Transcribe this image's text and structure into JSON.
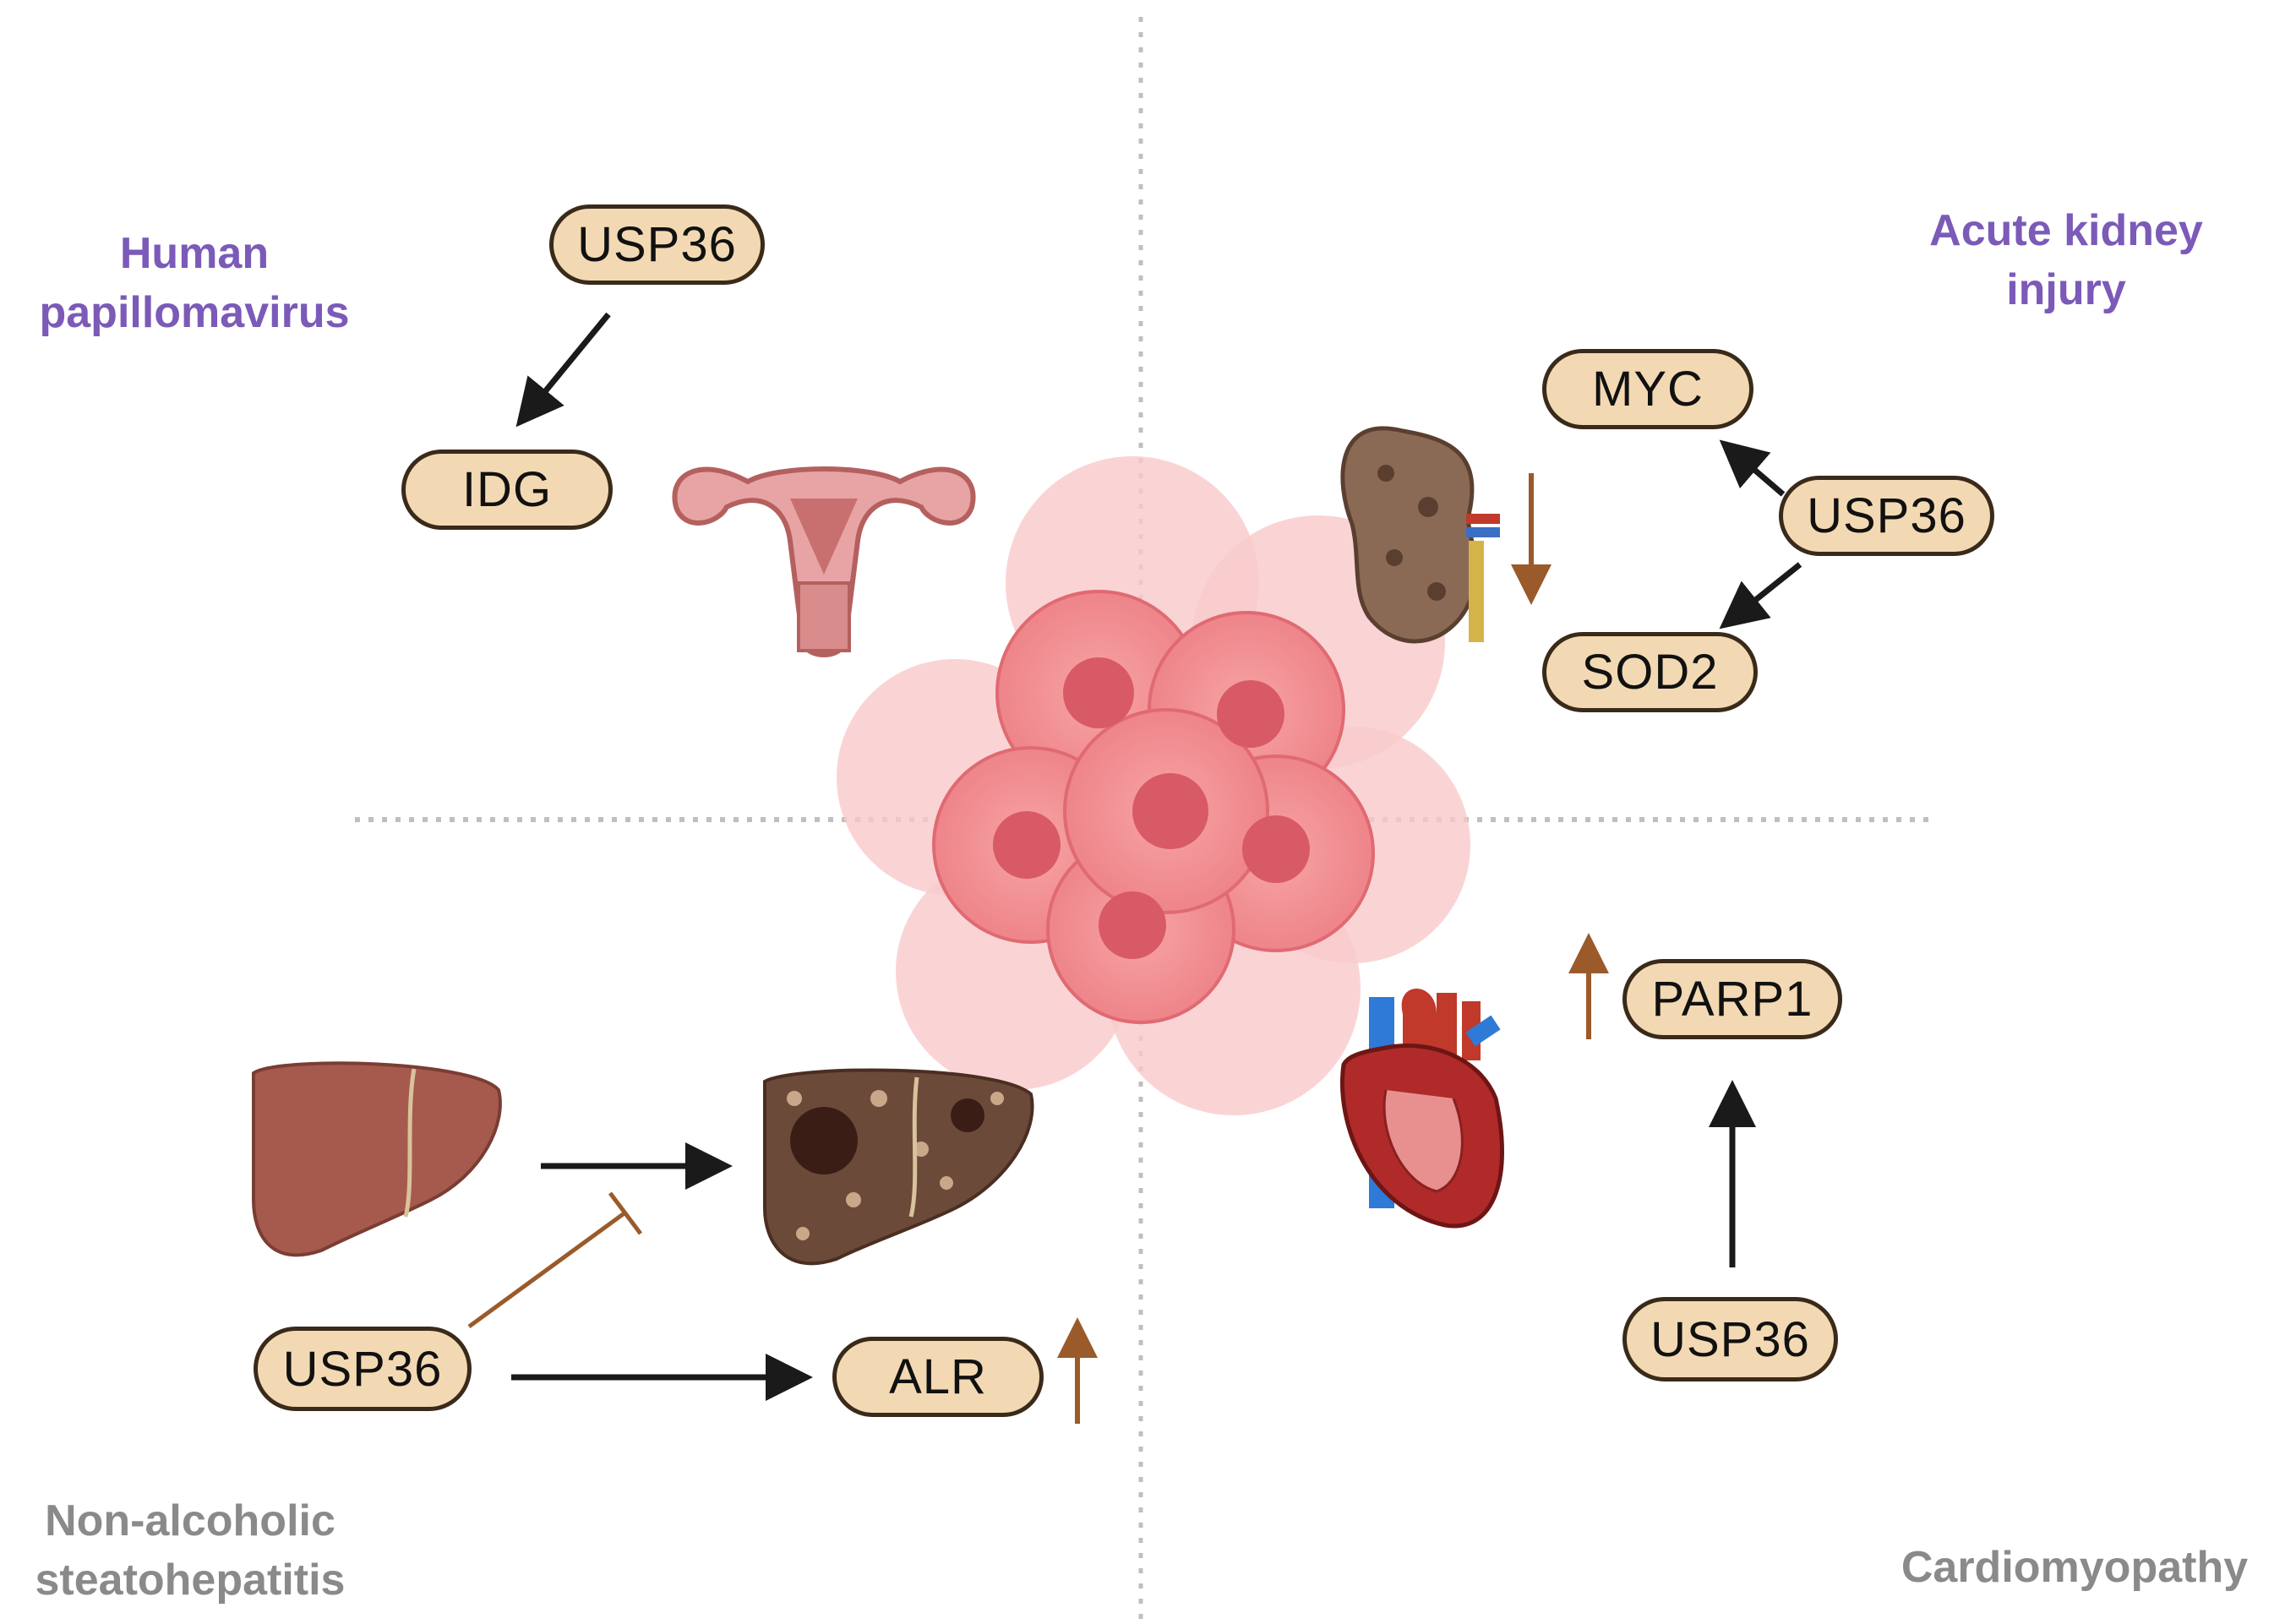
{
  "colors": {
    "pill_fill": "#f3d9b3",
    "pill_border": "#3a2a1a",
    "arrow_black": "#1a1a1a",
    "arrow_brown": "#9a5a2a",
    "disease_label_purple": "#7b5ab8",
    "disease_label_gray": "#8a8a8a",
    "cell_pink": "#f08c90",
    "divider": "#bfbfbf"
  },
  "quadrants": {
    "top_left": {
      "disease_line1": "Human",
      "disease_line2": "papillomavirus",
      "nodes": {
        "usp36": "USP36",
        "target": "IDG"
      },
      "organ_icon": "uterus-icon"
    },
    "top_right": {
      "disease_line1": "Acute kidney",
      "disease_line2": "injury",
      "nodes": {
        "myc": "MYC",
        "usp36": "USP36",
        "sod2": "SOD2"
      },
      "organ_icon": "kidney-icon",
      "indicator": "down-arrow-icon"
    },
    "bottom_left": {
      "disease_line1": "Non-alcoholic",
      "disease_line2": "steatohepatitis",
      "nodes": {
        "usp36": "USP36",
        "alr": "ALR"
      },
      "organ_icons": [
        "healthy-liver-icon",
        "diseased-liver-icon"
      ],
      "indicator": "up-arrow-icon"
    },
    "bottom_right": {
      "disease_line1": "Cardiomyopathy",
      "nodes": {
        "parp1": "PARP1",
        "usp36": "USP36"
      },
      "organ_icon": "heart-icon",
      "indicator": "up-arrow-icon"
    }
  },
  "center_icon": "cancer-cell-cluster-icon"
}
